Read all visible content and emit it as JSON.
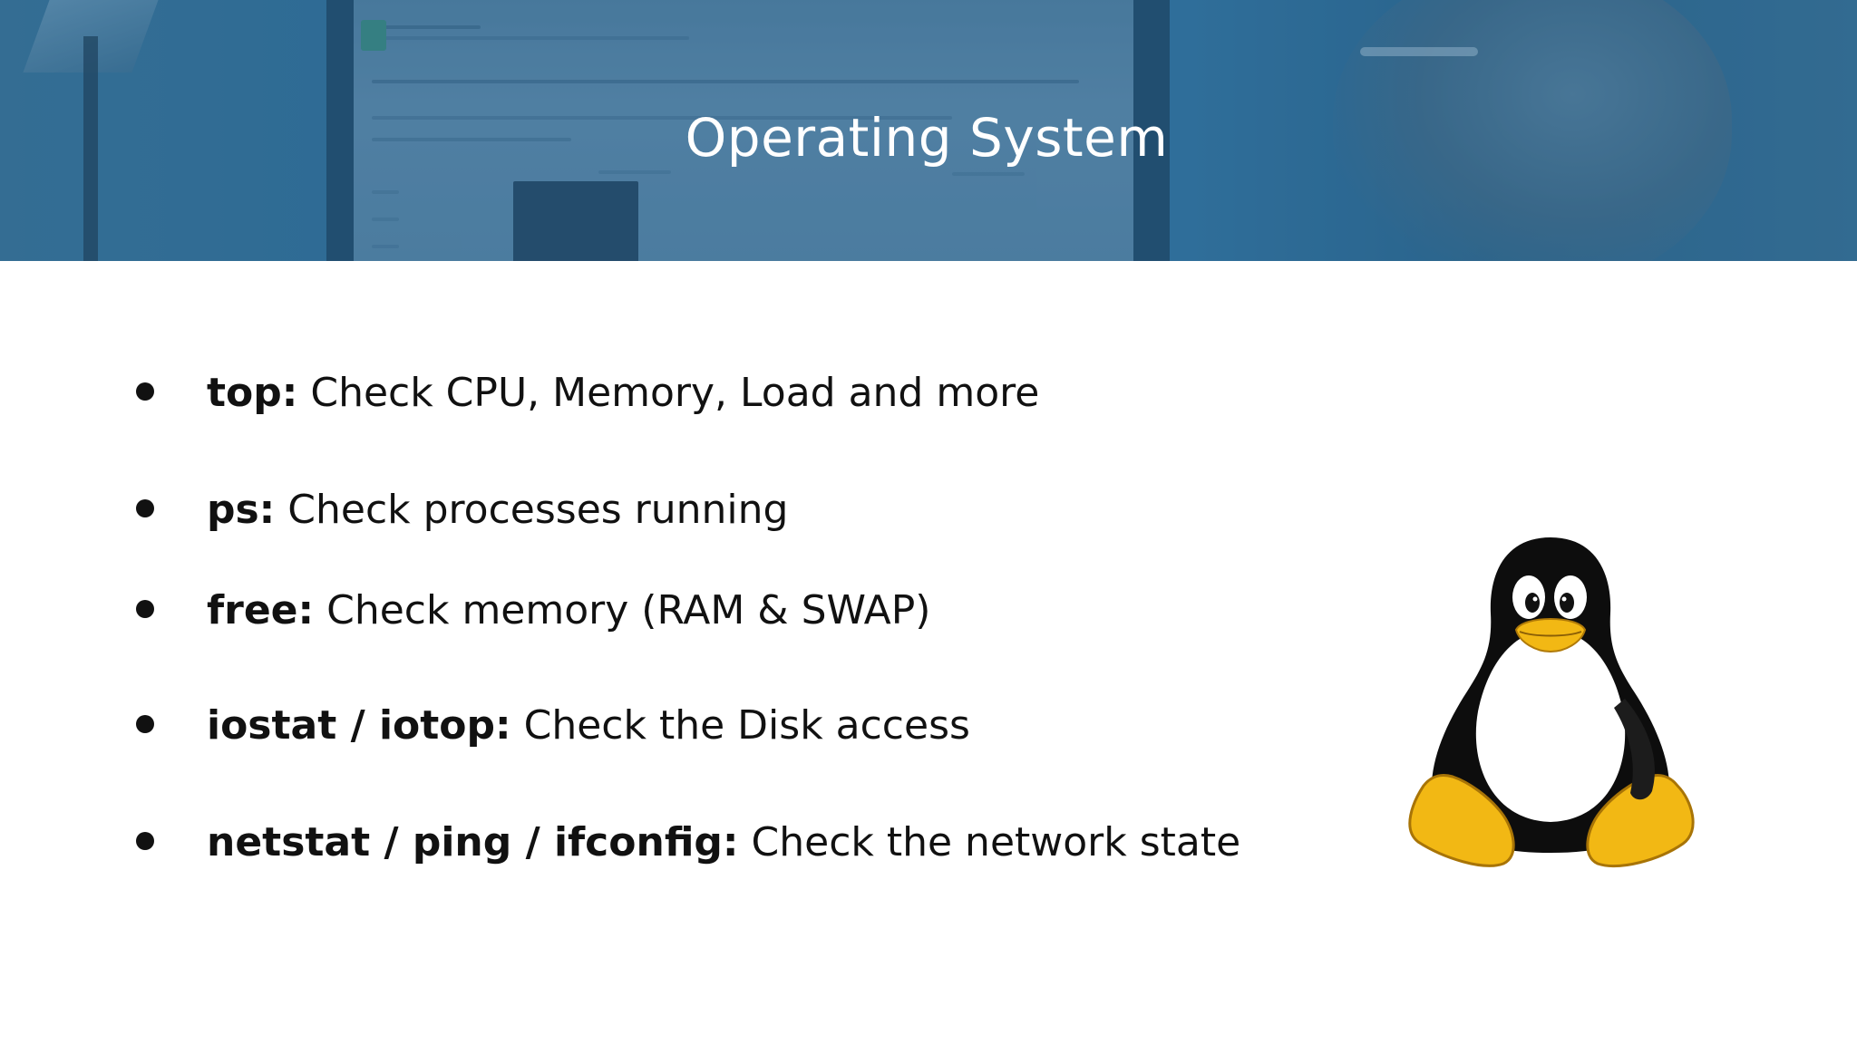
{
  "slide": {
    "title": "Operating System"
  },
  "bullets": [
    {
      "command": "top:",
      "description": " Check CPU, Memory, Load and more"
    },
    {
      "command": "ps:",
      "description": " Check processes running"
    },
    {
      "command": "free:",
      "description": " Check memory (RAM & SWAP)"
    },
    {
      "command": "iostat / iotop:",
      "description": " Check the Disk access"
    },
    {
      "command": "netstat / ping / ifconfig:",
      "description": " Check the network state"
    }
  ],
  "image": {
    "icon": "linux-tux-penguin-icon"
  },
  "colors": {
    "banner_blue": "#2d6a93",
    "title_text": "#ffffff",
    "body_text": "#111111",
    "tux_yellow": "#f2b814"
  }
}
